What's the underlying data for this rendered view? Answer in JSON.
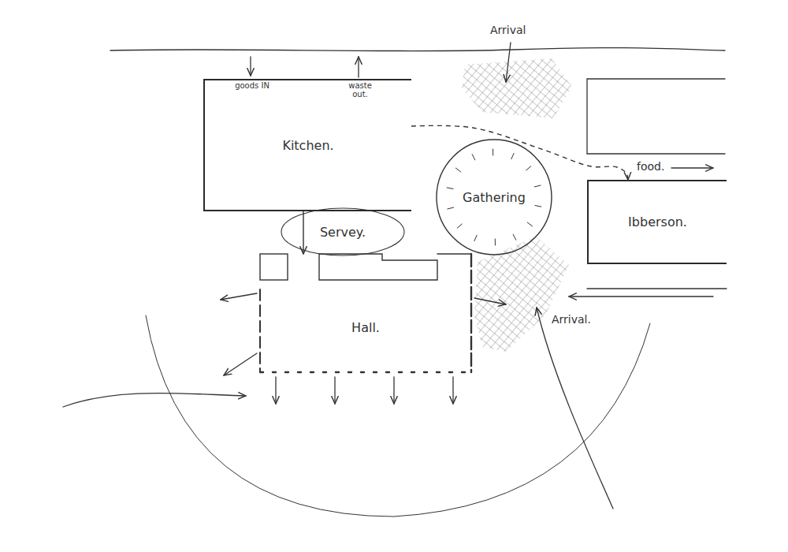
{
  "diagram": {
    "nodes": [
      {
        "text": [
          "Kitchen."
        ]
      },
      {
        "text": [
          "Gathering"
        ]
      },
      {
        "text": [
          "Ibberson."
        ]
      },
      {
        "text": [
          "Servey."
        ]
      },
      {
        "text": [
          "Hall."
        ]
      }
    ],
    "edges": [
      {
        "from": 0,
        "to": 4,
        "arrow": "to"
      },
      {
        "from": 0,
        "to": 2,
        "arrow": "to",
        "label": "food."
      }
    ],
    "labels": [
      "goods IN",
      "waste out.",
      "Arrival",
      "Arrival."
    ]
  }
}
